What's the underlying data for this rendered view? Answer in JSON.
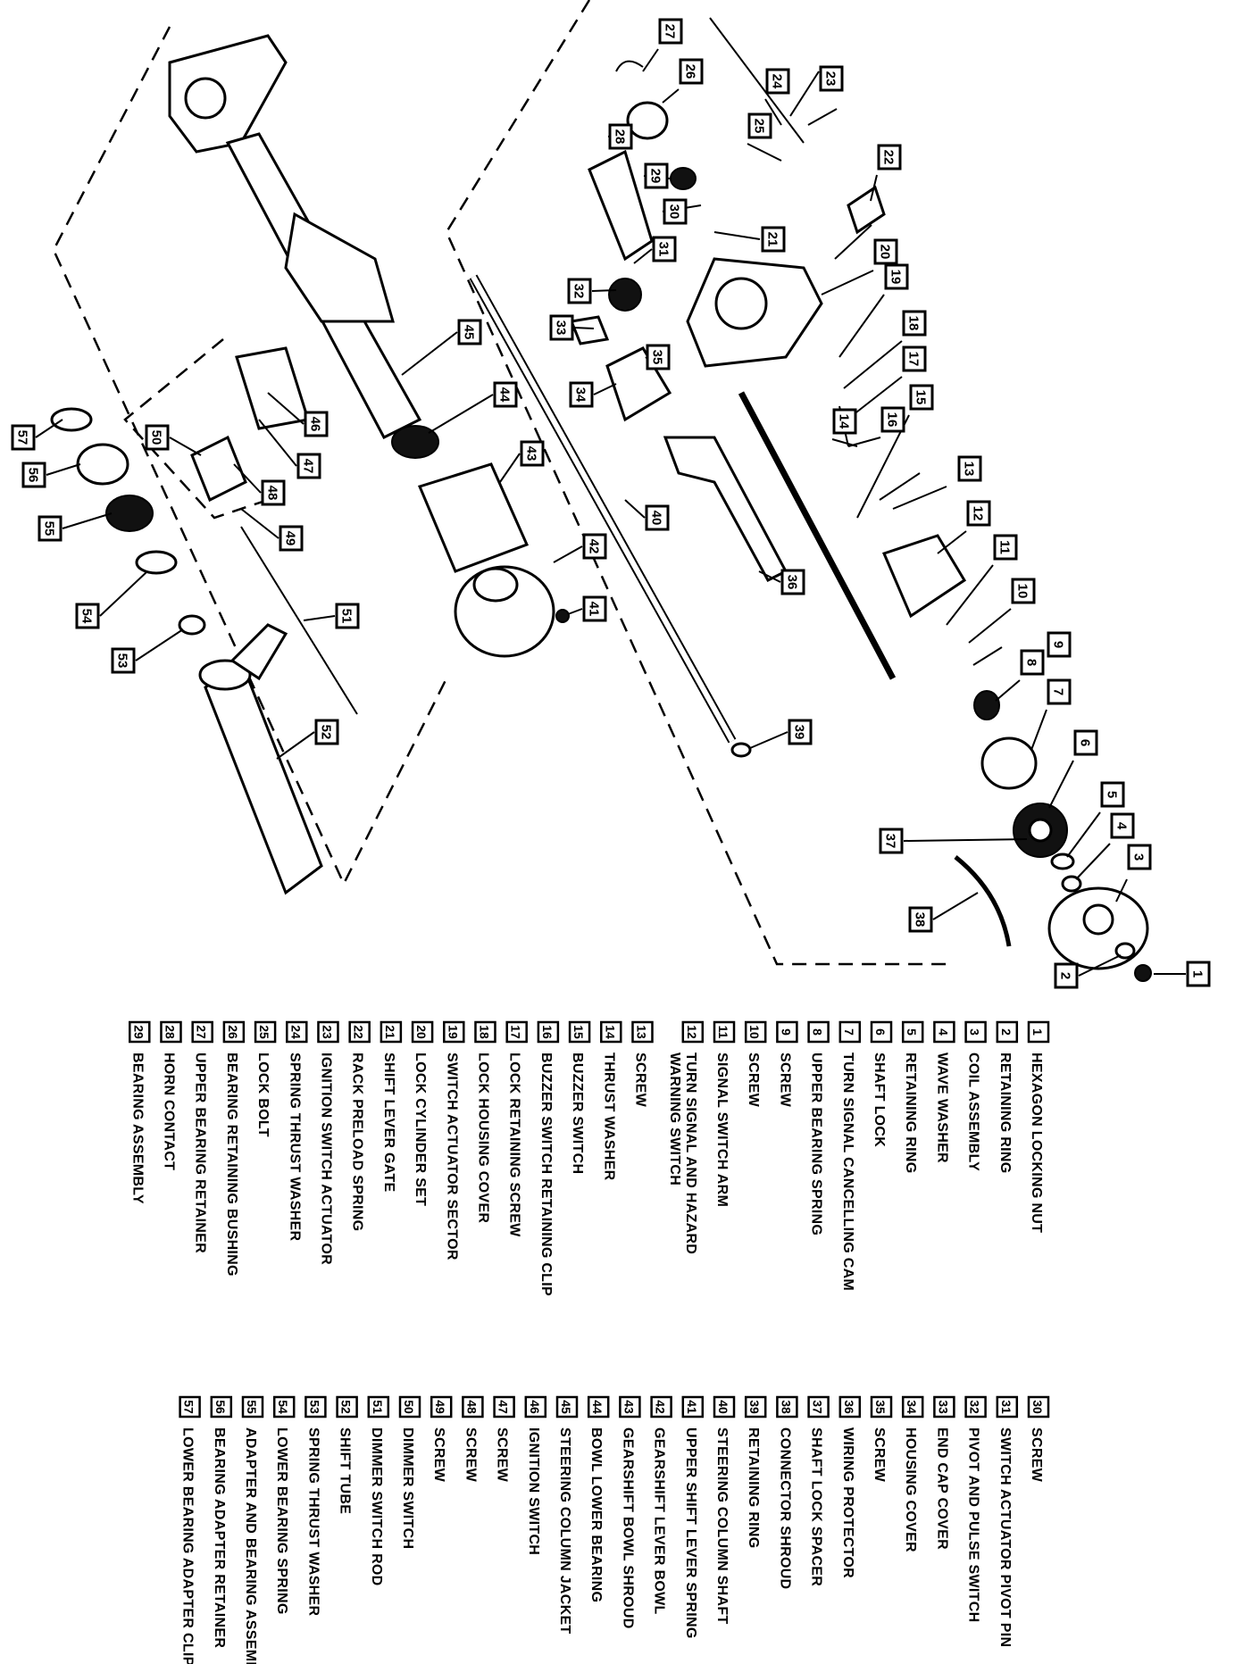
{
  "parts": [
    {
      "num": "1",
      "name": "HEXAGON LOCKING NUT"
    },
    {
      "num": "2",
      "name": "RETAINING RING"
    },
    {
      "num": "3",
      "name": "COIL ASSEMBLY"
    },
    {
      "num": "4",
      "name": "WAVE WASHER"
    },
    {
      "num": "5",
      "name": "RETAINING RING"
    },
    {
      "num": "6",
      "name": "SHAFT LOCK"
    },
    {
      "num": "7",
      "name": "TURN SIGNAL CANCELLING CAM"
    },
    {
      "num": "8",
      "name": "UPPER BEARING SPRING"
    },
    {
      "num": "9",
      "name": "SCREW"
    },
    {
      "num": "10",
      "name": "SCREW"
    },
    {
      "num": "11",
      "name": "SIGNAL SWITCH ARM"
    },
    {
      "num": "12",
      "name": "TURN SIGNAL AND HAZARD",
      "name2": "WARNING SWITCH"
    },
    {
      "num": "13",
      "name": "SCREW"
    },
    {
      "num": "14",
      "name": "THRUST WASHER"
    },
    {
      "num": "15",
      "name": "BUZZER SWITCH"
    },
    {
      "num": "16",
      "name": "BUZZER SWITCH RETAINING CLIP"
    },
    {
      "num": "17",
      "name": "LOCK RETAINING SCREW"
    },
    {
      "num": "18",
      "name": "LOCK HOUSING COVER"
    },
    {
      "num": "19",
      "name": "SWITCH ACTUATOR SECTOR"
    },
    {
      "num": "20",
      "name": "LOCK CYLINDER SET"
    },
    {
      "num": "21",
      "name": "SHIFT LEVER GATE"
    },
    {
      "num": "22",
      "name": "RACK PRELOAD SPRING"
    },
    {
      "num": "23",
      "name": "IGNITION SWITCH ACTUATOR"
    },
    {
      "num": "24",
      "name": "SPRING THRUST WASHER"
    },
    {
      "num": "25",
      "name": "LOCK BOLT"
    },
    {
      "num": "26",
      "name": "BEARING RETAINING BUSHING"
    },
    {
      "num": "27",
      "name": "UPPER BEARING RETAINER"
    },
    {
      "num": "28",
      "name": "HORN CONTACT"
    },
    {
      "num": "29",
      "name": "BEARING ASSEMBLY"
    },
    {
      "num": "30",
      "name": "SCREW"
    },
    {
      "num": "31",
      "name": "SWITCH ACTUATOR PIVOT PIN"
    },
    {
      "num": "32",
      "name": "PIVOT AND PULSE SWITCH"
    },
    {
      "num": "33",
      "name": "END CAP COVER"
    },
    {
      "num": "34",
      "name": "HOUSING COVER"
    },
    {
      "num": "35",
      "name": "SCREW"
    },
    {
      "num": "36",
      "name": "WIRING PROTECTOR"
    },
    {
      "num": "37",
      "name": "SHAFT LOCK SPACER"
    },
    {
      "num": "38",
      "name": "CONNECTOR SHROUD"
    },
    {
      "num": "39",
      "name": "RETAINING RING"
    },
    {
      "num": "40",
      "name": "STEERING COLUMN SHAFT"
    },
    {
      "num": "41",
      "name": "UPPER SHIFT LEVER SPRING"
    },
    {
      "num": "42",
      "name": "GEARSHIFT LEVER BOWL"
    },
    {
      "num": "43",
      "name": "GEARSHIFT BOWL SHROUD"
    },
    {
      "num": "44",
      "name": "BOWL LOWER BEARING"
    },
    {
      "num": "45",
      "name": "STEERING COLUMN JACKET"
    },
    {
      "num": "46",
      "name": "IGNITION SWITCH"
    },
    {
      "num": "47",
      "name": "SCREW"
    },
    {
      "num": "48",
      "name": "SCREW"
    },
    {
      "num": "49",
      "name": "SCREW"
    },
    {
      "num": "50",
      "name": "DIMMER SWITCH"
    },
    {
      "num": "51",
      "name": "DIMMER SWITCH ROD"
    },
    {
      "num": "52",
      "name": "SHIFT TUBE"
    },
    {
      "num": "53",
      "name": "SPRING THRUST WASHER"
    },
    {
      "num": "54",
      "name": "LOWER BEARING SPRING"
    },
    {
      "num": "55",
      "name": "ADAPTER AND BEARING ASSEMBLY"
    },
    {
      "num": "56",
      "name": "BEARING ADAPTER RETAINER"
    },
    {
      "num": "57",
      "name": "LOWER BEARING ADAPTER CLIP"
    }
  ]
}
